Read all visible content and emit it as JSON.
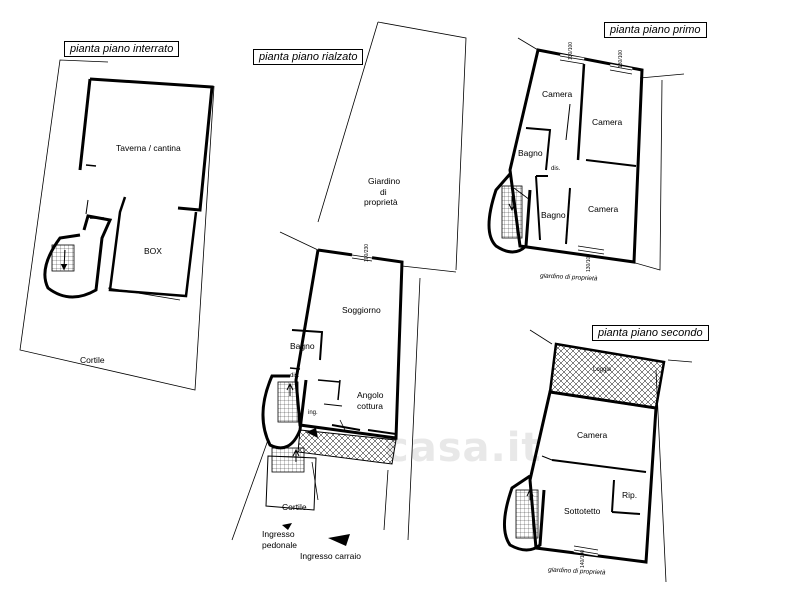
{
  "titles": {
    "basement": "pianta piano interrato",
    "raised": "pianta piano rialzato",
    "first": "pianta piano primo",
    "second": "pianta piano secondo"
  },
  "basement": {
    "taverna": "Taverna / cantina",
    "box": "BOX",
    "cortile": "Cortile"
  },
  "raised": {
    "giardino": "Giardino",
    "di": "di",
    "proprieta": "proprietà",
    "soggiorno": "Soggiorno",
    "bagno": "Bagno",
    "dis": "dis.",
    "angolo": "Angolo",
    "cottura": "cottura",
    "ing": "ing.",
    "cortile": "Cortile",
    "ingresso_ped_1": "Ingresso",
    "ingresso_ped_2": "pedonale",
    "ingresso_carraio": "Ingresso carraio",
    "dim": "100/230"
  },
  "first": {
    "camera1": "Camera",
    "camera2": "Camera",
    "camera3": "Camera",
    "bagno1": "Bagno",
    "bagno2": "Bagno",
    "dis": "dis.",
    "giardino": "giardino di proprietà",
    "dim1": "130/100",
    "dim2": "130/100",
    "dim3": "130/100"
  },
  "second": {
    "loggia": "Loggia",
    "camera": "Camera",
    "sottotetto": "Sottotetto",
    "rip": "Rip.",
    "giardino": "giardino di proprietà",
    "dim": "140/100"
  },
  "watermark": "casa.it"
}
